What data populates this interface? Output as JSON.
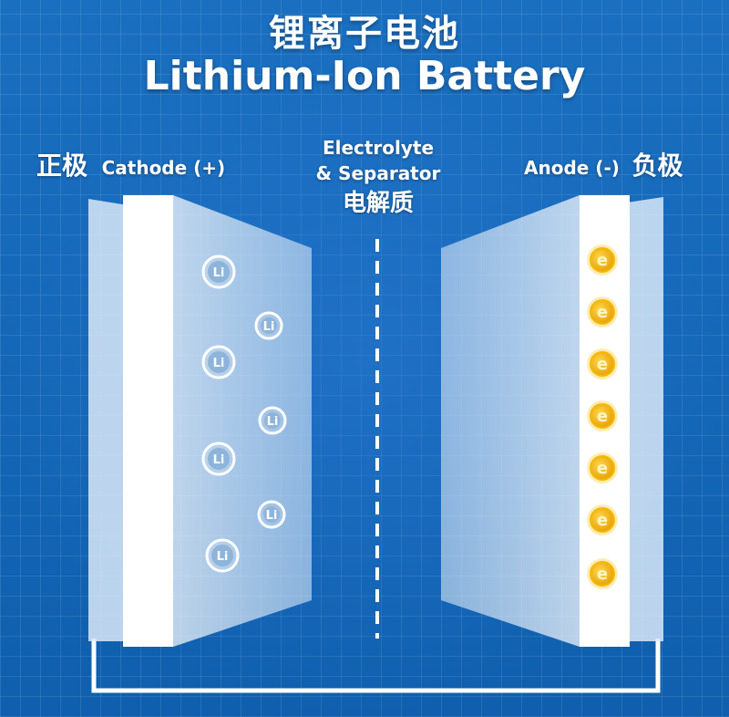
{
  "title": {
    "chinese": "锂离子电池",
    "english": "Lithium-Ion Battery"
  },
  "cathode": {
    "label_cn": "正极",
    "label_en": "Cathode (+)",
    "ion_label": "Li",
    "ion_count": 7
  },
  "separator": {
    "label_en_line1": "Electrolyte",
    "label_en_line2": "& Separator",
    "label_cn": "电解质"
  },
  "anode": {
    "label_en": "Anode (-)",
    "label_cn": "负极",
    "electron_label": "e",
    "electron_count": 7
  },
  "colors": {
    "background": "#1565b0",
    "electron": "#f5b800",
    "plate": "#ffffff"
  }
}
